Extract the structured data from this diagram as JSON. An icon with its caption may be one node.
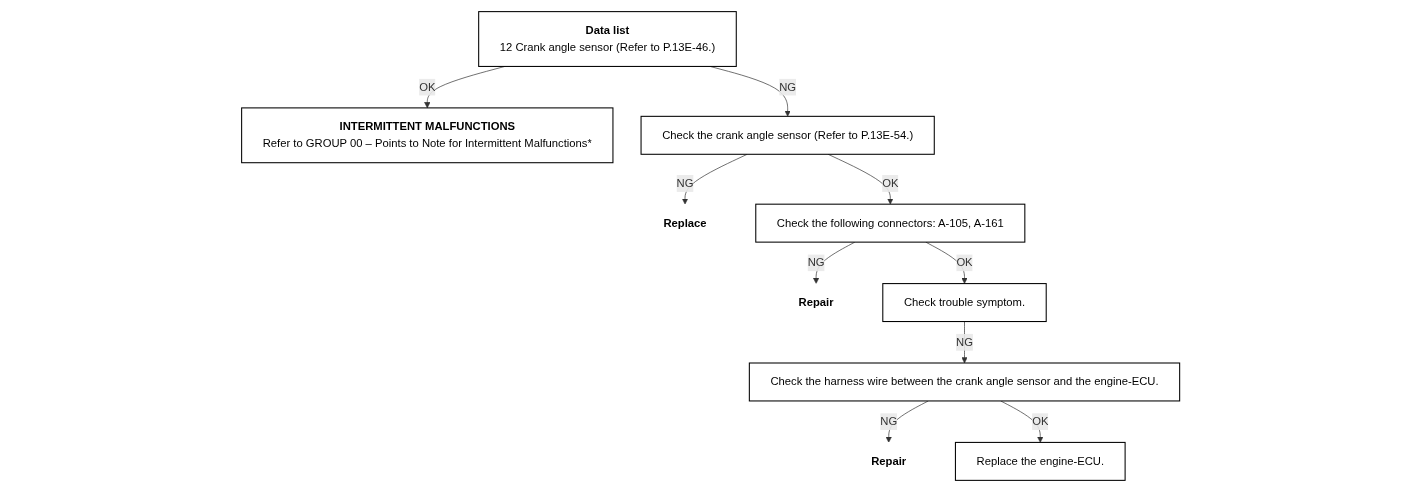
{
  "diagram": {
    "nodes": [
      {
        "text": [
          "Data list",
          "12 Crank angle sensor (Refer to P.13E-46.)"
        ]
      },
      {
        "text": [
          "INTERMITTENT MALFUNCTIONS",
          "Refer to GROUP 00 – Points to Note for Intermittent Malfunctions*"
        ]
      },
      {
        "text": [
          "Check the crank angle sensor (Refer to P.13E-54.)"
        ]
      },
      {
        "text": [
          "Replace"
        ]
      },
      {
        "text": [
          "Check the following connectors: A-105, A-161"
        ]
      },
      {
        "text": [
          "Repair"
        ]
      },
      {
        "text": [
          "Check trouble symptom."
        ]
      },
      {
        "text": [
          "Check the harness wire between the crank angle sensor and the engine-ECU."
        ]
      },
      {
        "text": [
          "Repair"
        ]
      },
      {
        "text": [
          "Replace the engine-ECU."
        ]
      }
    ],
    "edges": [
      {
        "from": 0,
        "to": 1,
        "label": "OK",
        "arrow": "to"
      },
      {
        "from": 0,
        "to": 2,
        "label": "NG",
        "arrow": "to"
      },
      {
        "from": 2,
        "to": 3,
        "label": "NG",
        "arrow": "to"
      },
      {
        "from": 2,
        "to": 4,
        "label": "OK",
        "arrow": "to"
      },
      {
        "from": 4,
        "to": 5,
        "label": "NG",
        "arrow": "to"
      },
      {
        "from": 4,
        "to": 6,
        "label": "OK",
        "arrow": "to"
      },
      {
        "from": 6,
        "to": 7,
        "label": "NG",
        "arrow": "to"
      },
      {
        "from": 7,
        "to": 8,
        "label": "NG",
        "arrow": "to"
      },
      {
        "from": 7,
        "to": 9,
        "label": "OK",
        "arrow": "to"
      }
    ]
  }
}
